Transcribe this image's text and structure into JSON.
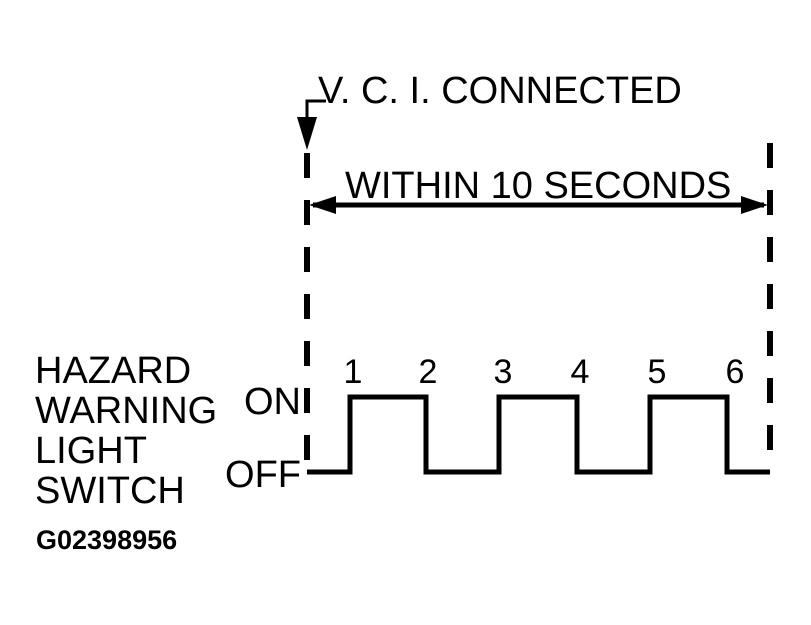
{
  "colors": {
    "ink": "#000000",
    "paper": "#ffffff"
  },
  "callouts": {
    "vci_connected": "V. C. I. CONNECTED",
    "within_10_seconds": "WITHIN 10 SECONDS"
  },
  "signal": {
    "name_lines": [
      "HAZARD",
      "WARNING",
      "LIGHT",
      "SWITCH"
    ],
    "on_label": "ON",
    "off_label": "OFF"
  },
  "waveform": {
    "edge_labels": [
      "1",
      "2",
      "3",
      "4",
      "5",
      "6"
    ],
    "states_sequence": [
      "OFF",
      "ON",
      "OFF",
      "ON",
      "OFF",
      "ON",
      "OFF"
    ]
  },
  "figure_id": "G02398956"
}
